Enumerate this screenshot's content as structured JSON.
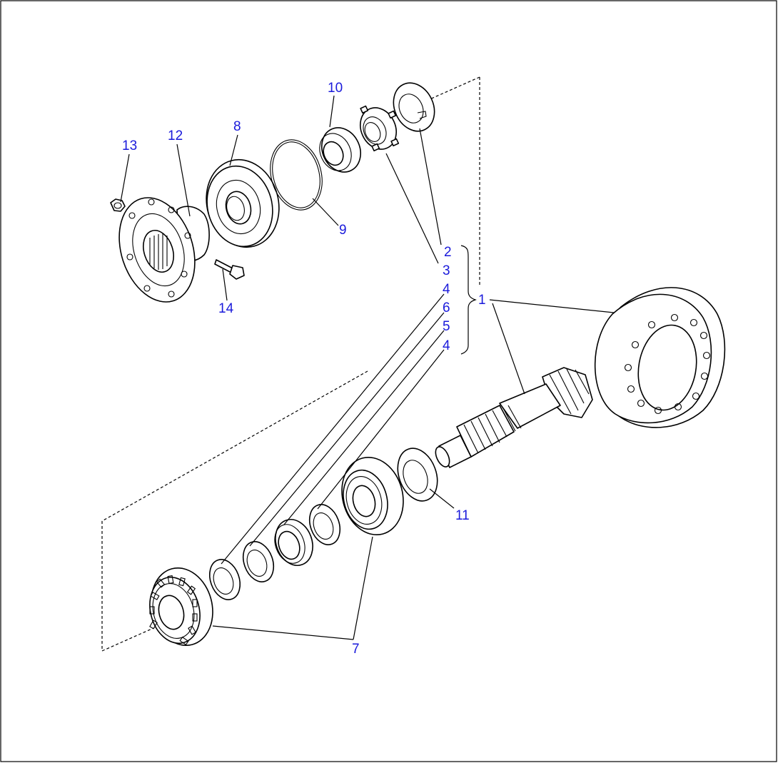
{
  "diagram": {
    "type": "exploded-parts-view",
    "colors": {
      "line": "#000000",
      "callout": "#1a1adb",
      "background": "#ffffff"
    },
    "callouts": [
      {
        "id": "c1",
        "label": "1"
      },
      {
        "id": "c2",
        "label": "2"
      },
      {
        "id": "c3",
        "label": "3"
      },
      {
        "id": "c4a",
        "label": "4"
      },
      {
        "id": "c6",
        "label": "6"
      },
      {
        "id": "c5",
        "label": "5"
      },
      {
        "id": "c4b",
        "label": "4"
      },
      {
        "id": "c7",
        "label": "7"
      },
      {
        "id": "c8",
        "label": "8"
      },
      {
        "id": "c9",
        "label": "9"
      },
      {
        "id": "c10",
        "label": "10"
      },
      {
        "id": "c11",
        "label": "11"
      },
      {
        "id": "c12",
        "label": "12"
      },
      {
        "id": "c13",
        "label": "13"
      },
      {
        "id": "c14",
        "label": "14"
      }
    ]
  }
}
